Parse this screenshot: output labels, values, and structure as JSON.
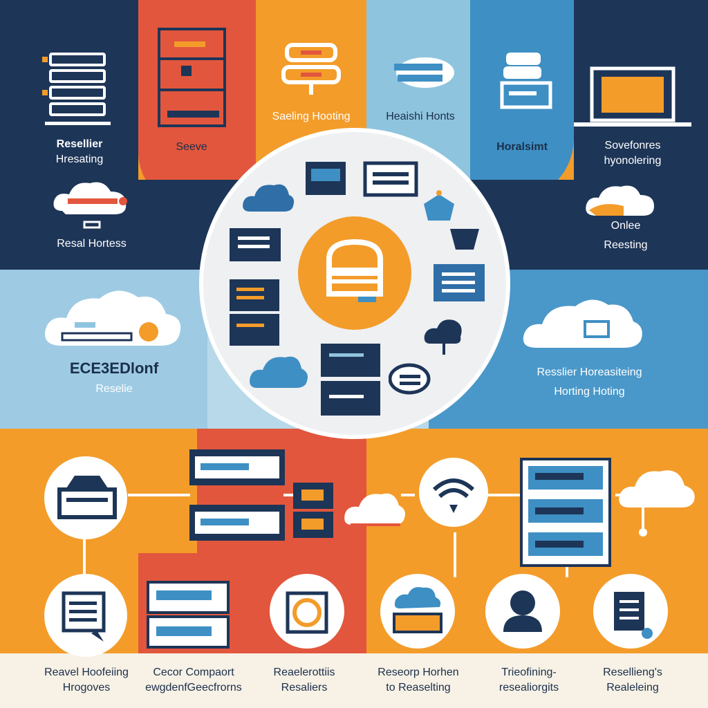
{
  "colors": {
    "navy": "#1d3557",
    "red": "#e2563d",
    "orange": "#f39c2a",
    "sky": "#8fc4df",
    "blue": "#3e8fc4",
    "light_blue": "#b7d9ea",
    "white": "#ffffff"
  },
  "top": {
    "reseller_hosting": {
      "line1": "Resellier",
      "line2": "Hresating"
    },
    "serve": "Seeve",
    "scaling_hosting": "Saeling Hooting",
    "health_hosts": "Heaishi Honts",
    "horalsmt": "Horalsimt",
    "softwares": {
      "line1": "Sovefonres",
      "line2": "hyonolering"
    },
    "reseller_hostess": "Resal Hortess",
    "online_reselling": {
      "line1": "Onlee",
      "line2": "Reesting"
    }
  },
  "middle": {
    "left_logo": "ECE3EDlonf",
    "left_sub": "Reselie",
    "right": {
      "line1": "Resslier Horeasiteing",
      "line2": "Horting Hoting"
    }
  },
  "bottom": {
    "labels": [
      {
        "line1": "Reavel Hoofeiing",
        "line2": "Hrogoves"
      },
      {
        "line1": "Cecor Compaort",
        "line2": "ewgdenfGeecfrorns"
      },
      {
        "line1": "Reaelerottiis",
        "line2": "Resaliers"
      },
      {
        "line1": "Reseorp Horhen",
        "line2": "to Reaselting"
      },
      {
        "line1": "Trieofining-",
        "line2": "resealiorgits"
      },
      {
        "line1": "Resellieng's",
        "line2": "Realeleing"
      }
    ]
  }
}
